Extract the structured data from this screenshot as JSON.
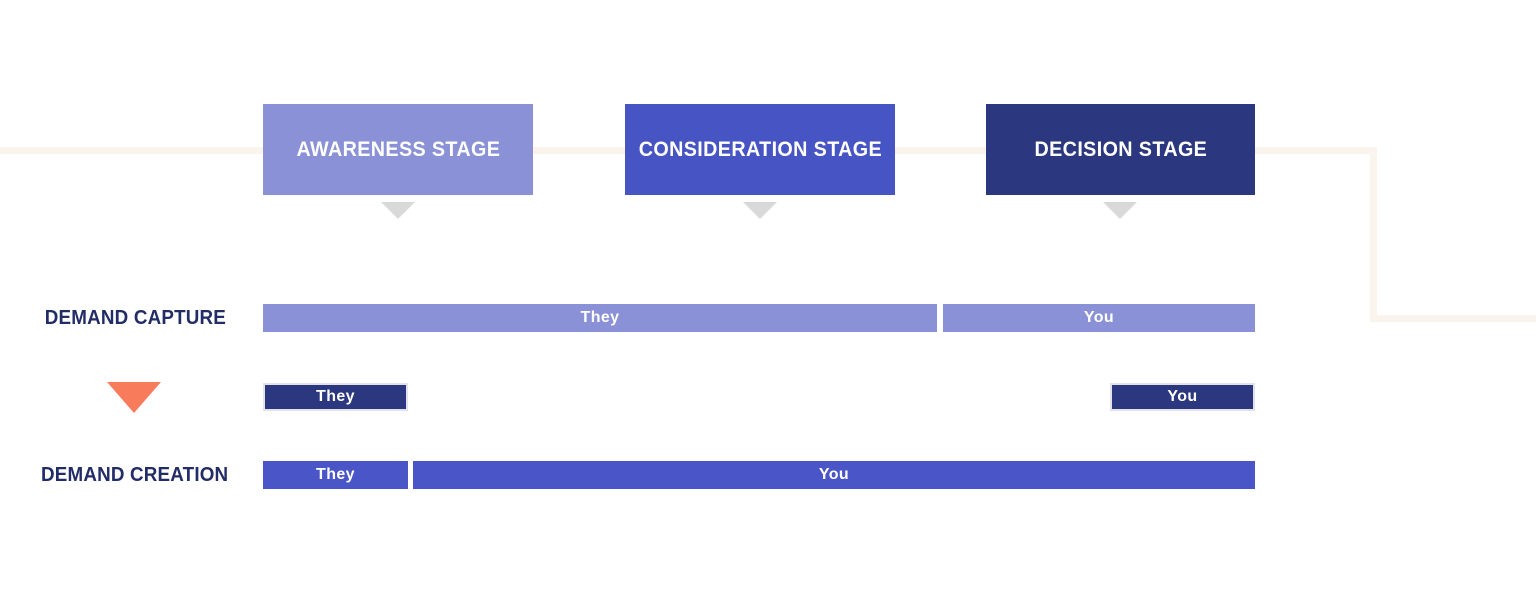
{
  "colors": {
    "periwinkle": "#8a91d6",
    "indigo": "#4654c4",
    "navy": "#2b377e",
    "flow_line": "#faf4ec",
    "label_text": "#222c67",
    "pointer_gray": "#d9d9d9",
    "arrow_orange": "#f87b5c",
    "bar_text": "#ffffff"
  },
  "icons": {
    "stage_pointer": "triangle-down-gray",
    "transition_arrow": "triangle-down-orange"
  },
  "stages": [
    {
      "label": "AWARENESS STAGE",
      "color": "#8a91d6"
    },
    {
      "label": "CONSIDERATION STAGE",
      "color": "#4654c4"
    },
    {
      "label": "DECISION STAGE",
      "color": "#2b377e"
    }
  ],
  "rows": {
    "capture": {
      "label": "DEMAND CAPTURE",
      "bars": [
        {
          "label": "They"
        },
        {
          "label": "You"
        }
      ]
    },
    "transition": {
      "bars": [
        {
          "label": "They"
        },
        {
          "label": "You"
        }
      ]
    },
    "creation": {
      "label": "DEMAND CREATION",
      "bars": [
        {
          "label": "They"
        },
        {
          "label": "You"
        }
      ]
    }
  }
}
